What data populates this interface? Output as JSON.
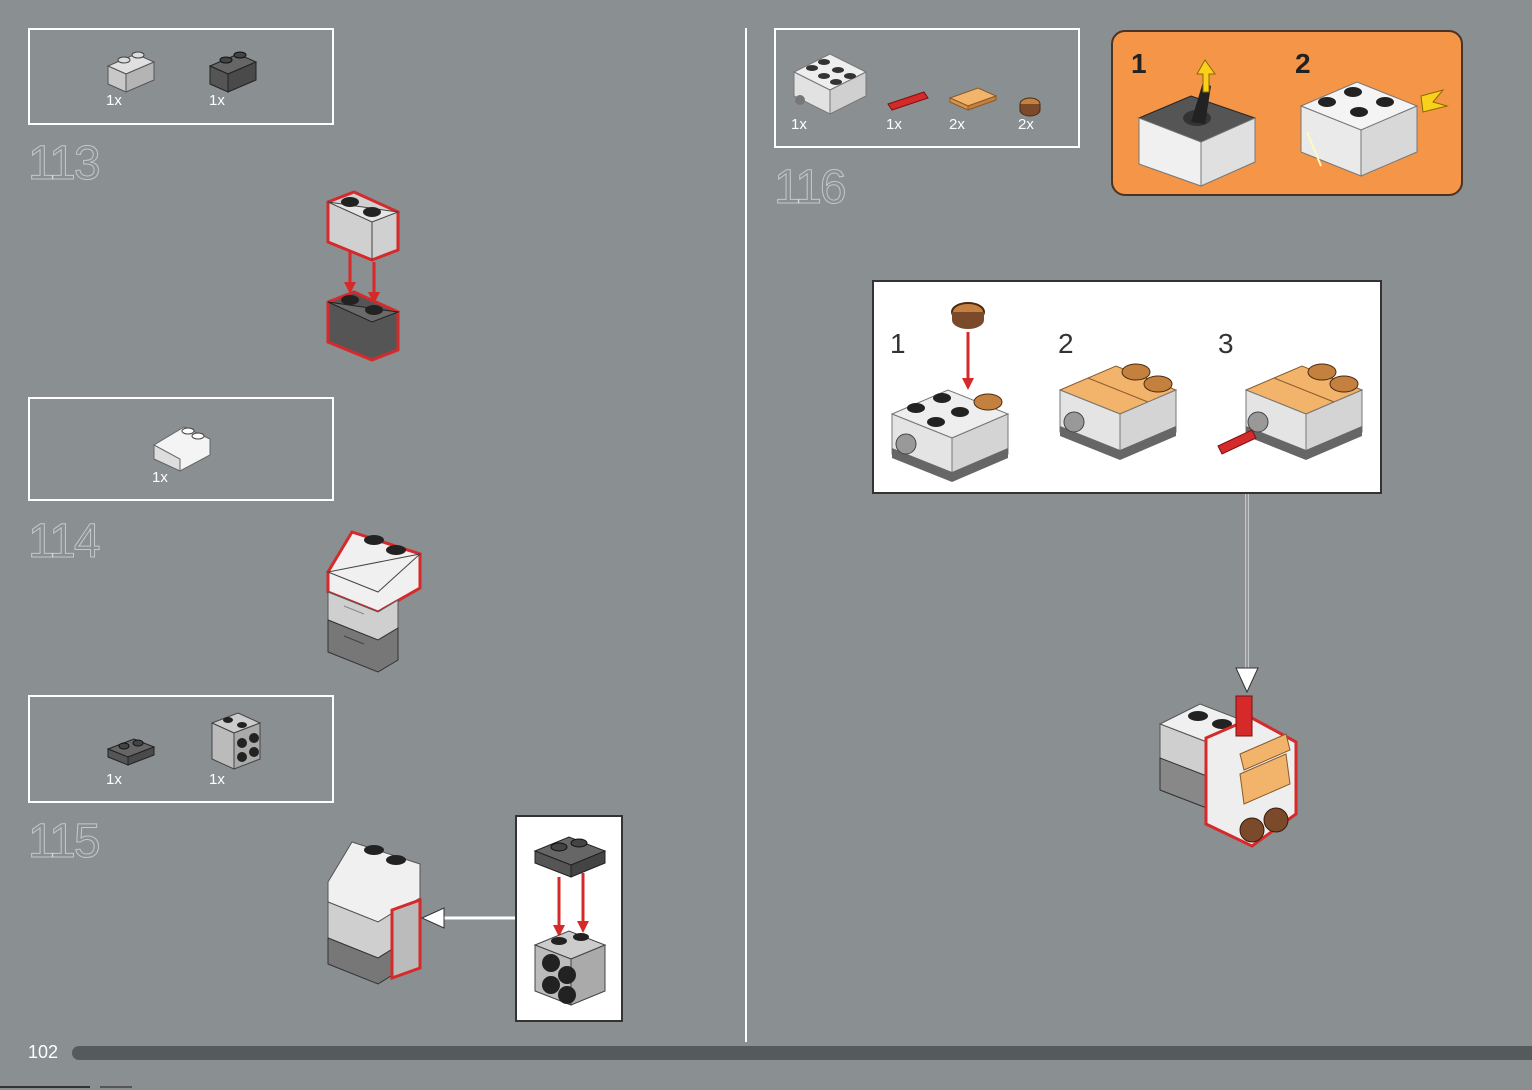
{
  "page_number": "102",
  "steps": [
    {
      "number": "113",
      "parts": [
        {
          "qty": "1x",
          "icon": "light-gray-brick-1x2-masonry-icon"
        },
        {
          "qty": "1x",
          "icon": "dark-gray-brick-1x2-masonry-icon"
        }
      ]
    },
    {
      "number": "114",
      "parts": [
        {
          "qty": "1x",
          "icon": "white-slope-2x2-icon"
        }
      ]
    },
    {
      "number": "115",
      "parts": [
        {
          "qty": "1x",
          "icon": "dark-gray-plate-1x2-icon"
        },
        {
          "qty": "1x",
          "icon": "light-gray-brick-2x2-side-studs-icon"
        }
      ]
    },
    {
      "number": "116",
      "parts": [
        {
          "qty": "1x",
          "icon": "transparent-brick-assembly-icon"
        },
        {
          "qty": "1x",
          "icon": "red-bar-icon"
        },
        {
          "qty": "2x",
          "icon": "tan-tile-1x2-icon"
        },
        {
          "qty": "2x",
          "icon": "brown-round-tile-icon"
        }
      ]
    }
  ],
  "callout": {
    "sub_steps": [
      "1",
      "2"
    ]
  },
  "substeps_box": {
    "sub_steps": [
      "1",
      "2",
      "3"
    ]
  },
  "colors": {
    "background": "#8a8f92",
    "callout": "#f49548",
    "highlight": "#d62a2a",
    "tan": "#f2b36b",
    "brown": "#7a4a2a"
  }
}
